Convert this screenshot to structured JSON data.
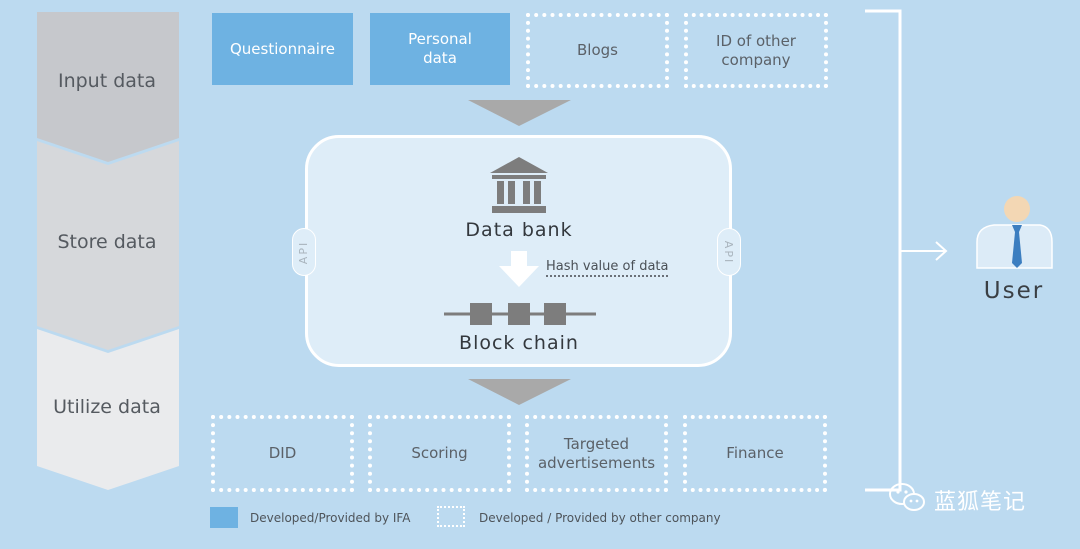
{
  "stages": {
    "input": "Input data",
    "store": "Store data",
    "utilize": "Utilize data"
  },
  "inputs": [
    {
      "label": "Questionnaire",
      "style": "ifa"
    },
    {
      "label": "Personal\ndata",
      "style": "other"
    },
    {
      "label": "Blogs",
      "style": "other_company"
    },
    {
      "label": "ID of other\ncompany",
      "style": "other_company"
    }
  ],
  "store": {
    "data_bank": "Data bank",
    "hash_label": "Hash value of data",
    "block_chain": "Block chain",
    "api_left": "API",
    "api_right": "API"
  },
  "outputs": [
    "DID",
    "Scoring",
    "Targeted\nadvertisements",
    "Finance"
  ],
  "user": {
    "label": "User"
  },
  "legend": {
    "ifa": "Developed/Provided by IFA",
    "other": "Developed / Provided by other company"
  },
  "watermark": "蓝狐笔记",
  "colors": {
    "background": "#bcdaf0",
    "ifa_blue": "#6eb2e2",
    "panel": "#deedf8",
    "arrow_gray": "#a9a9a9"
  }
}
